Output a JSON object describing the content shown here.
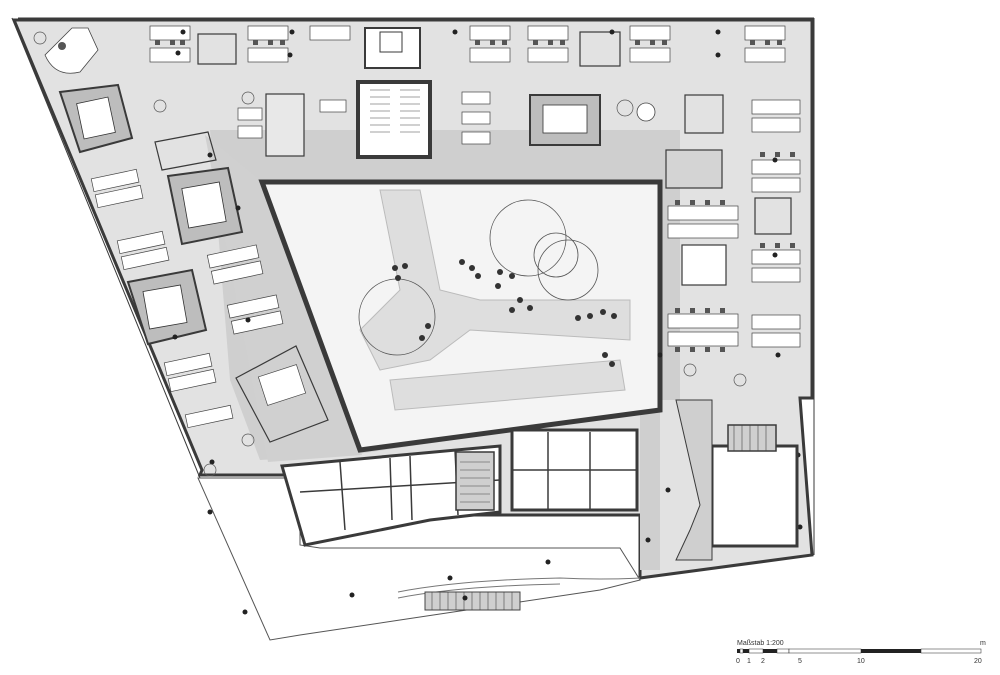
{
  "scale_bar": {
    "title": "Maßstab 1:200",
    "unit": "m",
    "ticks": [
      "0",
      "1",
      "2",
      "5",
      "10",
      "20"
    ]
  },
  "colors": {
    "floor": "#e2e2e2",
    "corridor": "#cfcfcf",
    "courtyard": "#f4f4f4",
    "courtyard_path": "#dedede",
    "wall": "#3a3a3a",
    "meeting_room": "#bdbdbd",
    "furniture": "#ffffff"
  }
}
